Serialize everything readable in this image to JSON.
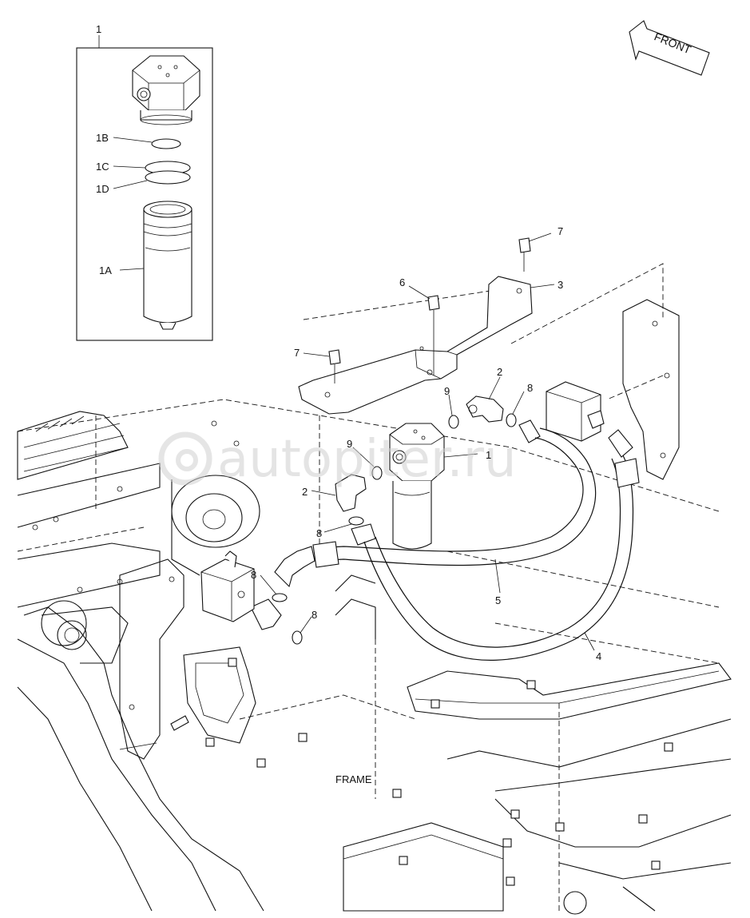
{
  "front_arrow": {
    "label": "FRONT"
  },
  "frame_label": "FRAME",
  "watermark": "autopiter.ru",
  "callouts": {
    "c1_box": "1",
    "c1B": "1B",
    "c1C": "1C",
    "c1D": "1D",
    "c1A": "1A",
    "c7_top": "7",
    "c3": "3",
    "c6": "6",
    "c7_left": "7",
    "c2_top": "2",
    "c9_top": "9",
    "c8_top": "8",
    "c9_mid": "9",
    "c1_filter": "1",
    "c2_mid": "2",
    "c8_mid": "8",
    "c8_low": "8",
    "c8_bottom": "8",
    "c5": "5",
    "c4": "4"
  },
  "icons": {
    "arrow": "front-arrow-icon",
    "watermark_logo": "at-sign-icon"
  }
}
